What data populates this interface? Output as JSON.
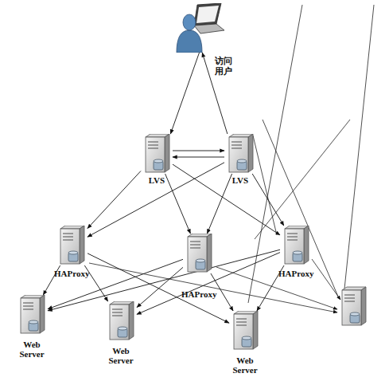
{
  "diagram": {
    "nodes": [
      {
        "text": [
          "访问 用户"
        ]
      },
      {
        "text": [
          "LVS"
        ]
      },
      {
        "text": [
          "LVS"
        ]
      },
      {
        "text": [
          "HAProxy"
        ]
      },
      {
        "text": [
          "HAProxy"
        ]
      },
      {
        "text": [
          "HAProxy"
        ]
      },
      {
        "text": [
          "Web Server"
        ]
      },
      {
        "text": [
          "Web Server"
        ]
      },
      {
        "text": [
          "Web Server"
        ]
      }
    ],
    "edges": [
      {
        "from": 0,
        "to": 1,
        "arrow": "to"
      },
      {
        "from": 2,
        "to": 0,
        "arrow": "to"
      },
      {
        "from": 1,
        "to": 2,
        "arrow": "to"
      },
      {
        "from": 2,
        "to": 1,
        "arrow": "to"
      },
      {
        "from": 1,
        "to": 3,
        "arrow": "to"
      },
      {
        "from": 1,
        "to": 4,
        "arrow": "to"
      },
      {
        "from": 1,
        "to": 5,
        "arrow": "to"
      },
      {
        "from": 2,
        "to": 3,
        "arrow": "to"
      },
      {
        "from": 2,
        "to": 4,
        "arrow": "to"
      },
      {
        "from": 2,
        "to": 5,
        "arrow": "to"
      },
      {
        "from": 3,
        "to": 6,
        "arrow": "to"
      },
      {
        "from": 3,
        "to": 7,
        "arrow": "to"
      },
      {
        "from": 3,
        "to": 8,
        "arrow": "to"
      },
      {
        "from": 4,
        "to": 6,
        "arrow": "to"
      },
      {
        "from": 4,
        "to": 7,
        "arrow": "to"
      },
      {
        "from": 4,
        "to": 8,
        "arrow": "to"
      },
      {
        "from": 5,
        "to": 6,
        "arrow": "to"
      },
      {
        "from": 5,
        "to": 7,
        "arrow": "to"
      },
      {
        "from": 5,
        "to": 8,
        "arrow": "to"
      }
    ]
  }
}
